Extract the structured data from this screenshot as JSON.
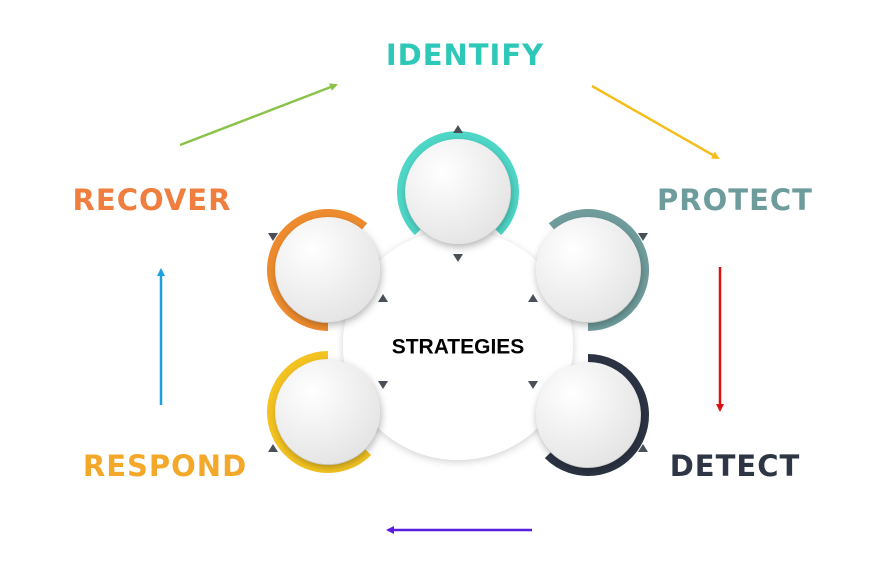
{
  "center_label": "STRATEGIES",
  "stages": [
    {
      "label": "IDENTIFY",
      "color": "#2EC8B8"
    },
    {
      "label": "PROTECT",
      "color": "#6E9C9C"
    },
    {
      "label": "DETECT",
      "color": "#2E3646"
    },
    {
      "label": "RESPOND",
      "color": "#F4A82A"
    },
    {
      "label": "RECOVER",
      "color": "#F07E3E"
    }
  ],
  "ring_colors": {
    "identify": "#4ED6C6",
    "protect": "#6F9C9C",
    "detect": "#2C3444",
    "respond": "#F3C321",
    "recover": "#EE8B2E"
  },
  "arrow_colors": {
    "recover_to_identify": "#8BC34A",
    "identify_to_protect": "#F5BE1E",
    "protect_to_detect": "#E01010",
    "detect_to_respond": "#5A1EE0",
    "respond_to_recover": "#1BA1E2"
  }
}
